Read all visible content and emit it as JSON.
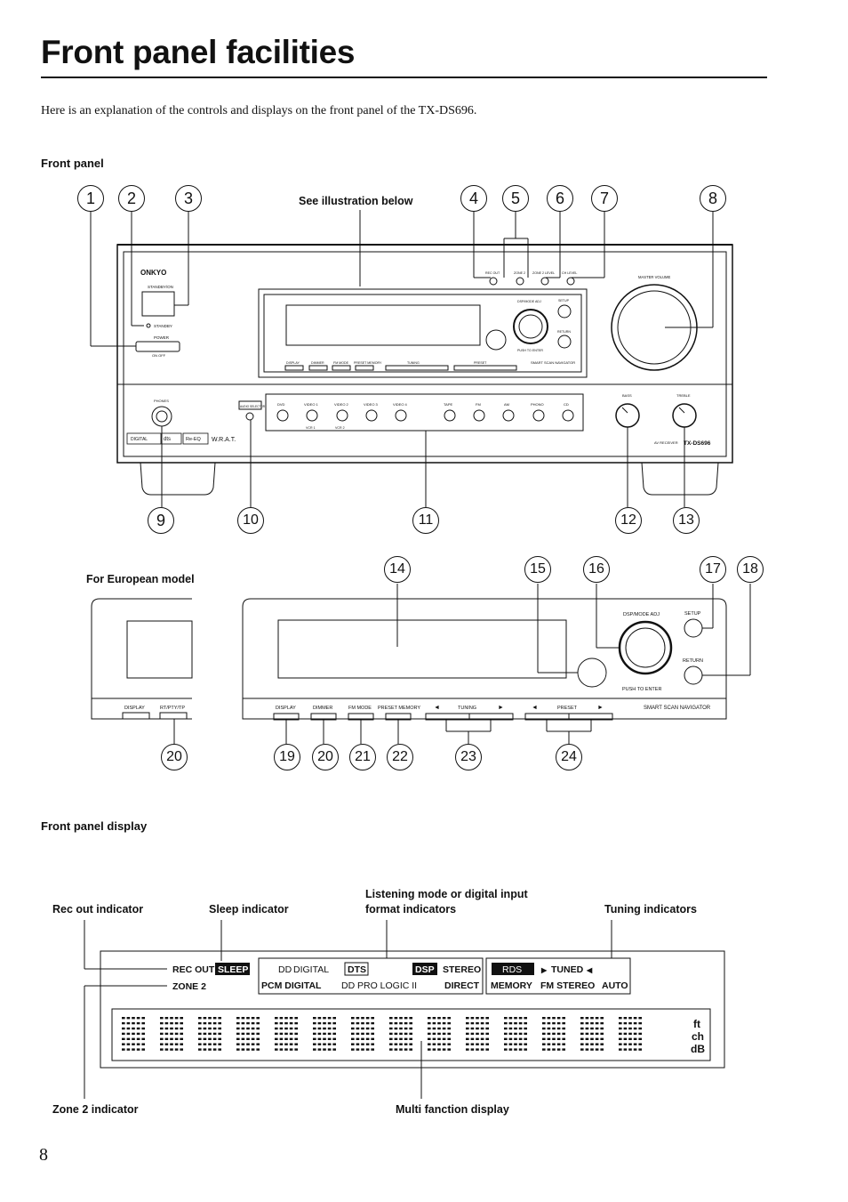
{
  "page": {
    "title": "Front panel facilities",
    "intro": "Here is an explanation of the controls and displays on the front panel of the TX-DS696.",
    "page_number": "8"
  },
  "sections": {
    "front_panel": "Front panel",
    "european": "For European model",
    "display": "Front panel display",
    "see_below": "See illustration below"
  },
  "callouts": [
    "1",
    "2",
    "3",
    "4",
    "5",
    "6",
    "7",
    "8",
    "9",
    "10",
    "11",
    "12",
    "13",
    "14",
    "15",
    "16",
    "17",
    "18",
    "20",
    "19",
    "20",
    "21",
    "22",
    "23",
    "24"
  ],
  "receiver": {
    "brand": "ONKYO",
    "standby_on": "STANDBY/ON",
    "standby": "STANDBY",
    "power": "POWER",
    "on_off": "ON  OFF",
    "rec_out": "REC OUT",
    "zone2": "ZONE 2",
    "zone2_level": "ZONE 2 LEVEL",
    "ch_level": "CH LEVEL",
    "master_volume": "MASTER VOLUME",
    "dsp_mode_adj": "DSP/MODE ADJ",
    "setup": "SETUP",
    "return": "RETURN",
    "push_to_enter": "PUSH TO ENTER",
    "smart_scan": "SMART SCAN NAVIGATOR",
    "buttons_row": [
      "DISPLAY",
      "DIMMER",
      "FM MODE",
      "PRESET MEMORY",
      "TUNING",
      "PRESET"
    ],
    "phones": "PHONES",
    "audio_selector": "AUDIO SELECTOR",
    "inputs": [
      "DVD",
      "VIDEO 1",
      "VIDEO 2",
      "VIDEO 3",
      "VIDEO 4",
      "TAPE",
      "FM",
      "AM",
      "PHONO",
      "CD"
    ],
    "vcr1": "VCR 1",
    "vcr2": "VCR 2",
    "bass": "BASS",
    "treble": "TREBLE",
    "av_receiver": "AV RECEIVER",
    "model": "TX-DS696",
    "logos": [
      "DIGITAL",
      "dts",
      "Re-EQ",
      "W.R.A.T."
    ]
  },
  "european": {
    "display": "DISPLAY",
    "rt_pty_tp": "RT/PTY/TP",
    "buttons_row": [
      "DISPLAY",
      "DIMMER",
      "FM MODE",
      "PRESET MEMORY",
      "TUNING",
      "PRESET"
    ],
    "dsp_mode_adj": "DSP/MODE ADJ",
    "setup": "SETUP",
    "return": "RETURN",
    "push_to_enter": "PUSH TO ENTER",
    "smart_scan": "SMART SCAN NAVIGATOR"
  },
  "display": {
    "labels": {
      "rec_out_indicator": "Rec out indicator",
      "sleep_indicator": "Sleep indicator",
      "listening_mode_1": "Listening mode or digital input",
      "listening_mode_2": "format indicators",
      "tuning_indicators": "Tuning indicators",
      "zone2_indicator": "Zone 2 indicator",
      "multi_display": "Multi fanction display"
    },
    "indicators": {
      "rec_out": "REC OUT",
      "sleep": "SLEEP",
      "zone2": "ZONE 2",
      "digital": "DIGITAL",
      "dts": "DTS",
      "dsp": "DSP",
      "stereo": "STEREO",
      "pcm_digital": "PCM DIGITAL",
      "pro_logic": "PRO LOGIC II",
      "direct": "DIRECT",
      "rds": "RDS",
      "tuned": "TUNED",
      "memory": "MEMORY",
      "fm_stereo": "FM STEREO",
      "auto": "AUTO",
      "ft": "ft",
      "ch": "ch",
      "db": "dB"
    }
  }
}
